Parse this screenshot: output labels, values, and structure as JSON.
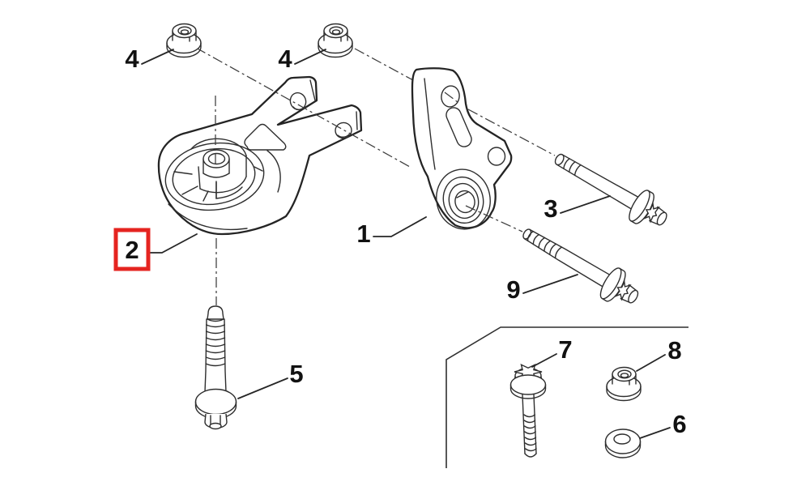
{
  "figure": {
    "type": "exploded-parts-diagram",
    "background_color": "#ffffff",
    "line_color": "#242424",
    "highlight_color": "#e52420",
    "highlighted_part": "2",
    "parts": [
      {
        "id": "4-left",
        "label": "4",
        "name": "flange-nut-left",
        "highlighted": false
      },
      {
        "id": "4-right",
        "label": "4",
        "name": "flange-nut-right",
        "highlighted": false
      },
      {
        "id": "2",
        "label": "2",
        "name": "engine-mount",
        "highlighted": true
      },
      {
        "id": "1",
        "label": "1",
        "name": "support-bracket",
        "highlighted": false
      },
      {
        "id": "3",
        "label": "3",
        "name": "flange-bolt-upper",
        "highlighted": false
      },
      {
        "id": "9",
        "label": "9",
        "name": "flange-bolt-lower",
        "highlighted": false
      },
      {
        "id": "5",
        "label": "5",
        "name": "flange-bolt-vertical",
        "highlighted": false
      },
      {
        "id": "7",
        "label": "7",
        "name": "flange-bolt-inset",
        "highlighted": false
      },
      {
        "id": "8",
        "label": "8",
        "name": "flange-nut-inset",
        "highlighted": false
      },
      {
        "id": "6",
        "label": "6",
        "name": "washer-inset",
        "highlighted": false
      }
    ]
  }
}
